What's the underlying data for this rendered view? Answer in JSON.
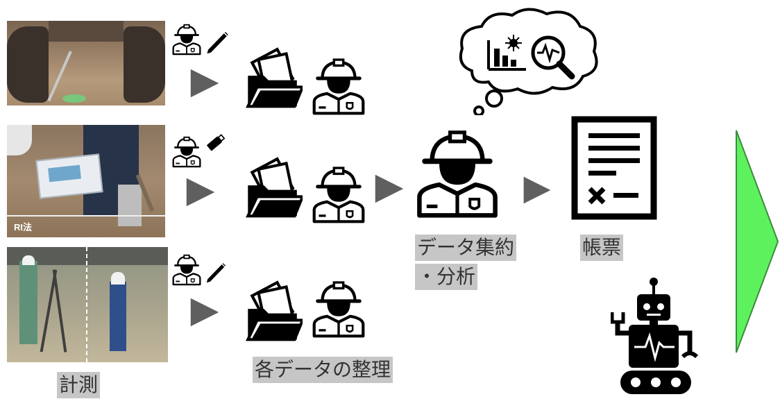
{
  "labels": {
    "measurement": "計測",
    "organize": "各データの整理",
    "aggregate_line1": "データ集約",
    "aggregate_line2": "・分析",
    "report": "帳票",
    "ri_method": "RI法"
  },
  "colors": {
    "arrow_gray": "#5f5f5f",
    "big_arrow_green": "#5ef15e",
    "label_bg": "#c6c6c6"
  },
  "icons": [
    "worker-icon",
    "pen-icon",
    "usb-icon",
    "document-folder-icon",
    "analysis-chart-icon",
    "magnifier-icon",
    "report-document-icon",
    "robot-icon"
  ]
}
